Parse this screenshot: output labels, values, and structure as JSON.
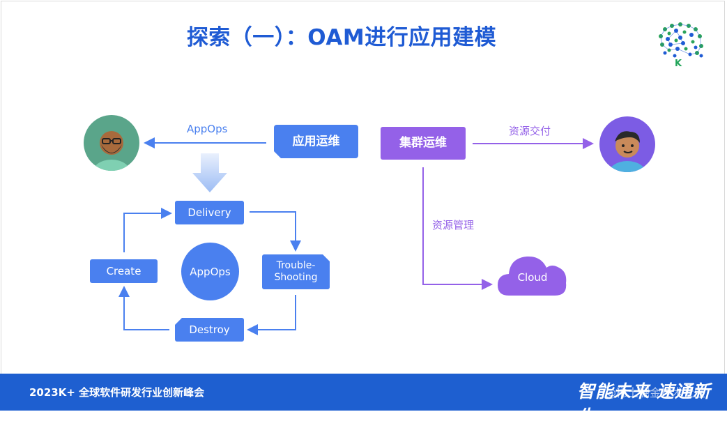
{
  "slide": {
    "title": "探索（一）：OAM进行应用建模",
    "logo_letter": "K"
  },
  "diagram": {
    "app_ops_tag": "应用运维",
    "app_ops_arrow_label": "AppOps",
    "cluster_ops_tag": "集群运维",
    "resource_delivery_label": "资源交付",
    "resource_management_label": "资源管理",
    "cycle": {
      "center": "AppOps",
      "delivery": "Delivery",
      "troubleshooting": "Trouble-\nShooting",
      "destroy": "Destroy",
      "create": "Create"
    },
    "cloud": "Cloud"
  },
  "footer": {
    "event": "2023K+ 全球软件研发行业创新峰会",
    "slogan": "智能未来 速通新生",
    "watermark": "@稀土掘金技术社区"
  },
  "colors": {
    "title": "#1f5bd4",
    "blue_box": "#4a80ef",
    "purple_box": "#9461e8",
    "footer_bg": "#1e5fd0"
  }
}
